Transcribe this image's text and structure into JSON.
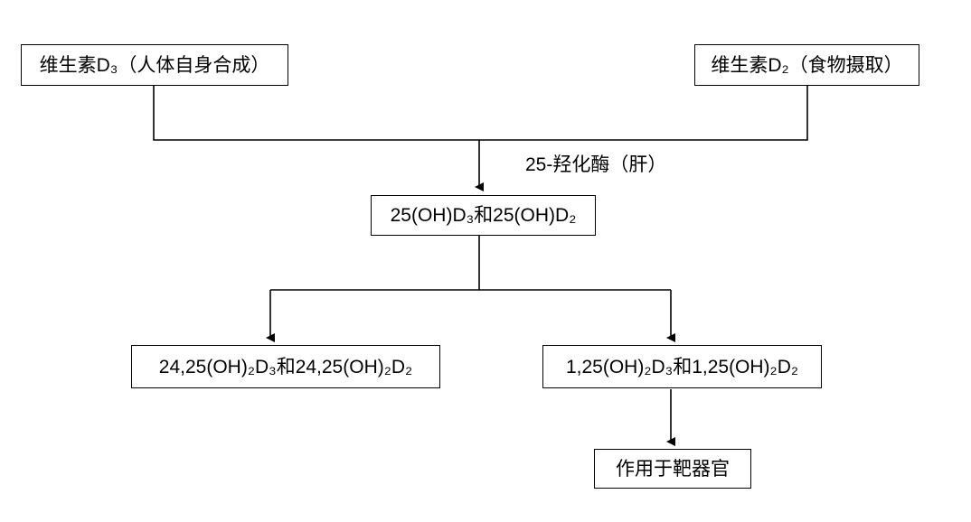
{
  "diagram": {
    "title_text": "",
    "stroke_color": "#000000",
    "background_color": "#ffffff",
    "nodes": {
      "vitamin_d3": "维生素D₃（人体自身合成）",
      "vitamin_d2": "维生素D₂（食物摄取）",
      "hydroxylated_25": "25(OH)D₃和25(OH)D₂",
      "metabolite_24_25": "24,25(OH)₂D₃和24,25(OH)₂D₂",
      "metabolite_1_25": "1,25(OH)₂D₃和1,25(OH)₂D₂",
      "target_organ": "作用于靶器官"
    },
    "edge_labels": {
      "hydroxylase_liver": "25-羟化酶（肝）"
    }
  }
}
